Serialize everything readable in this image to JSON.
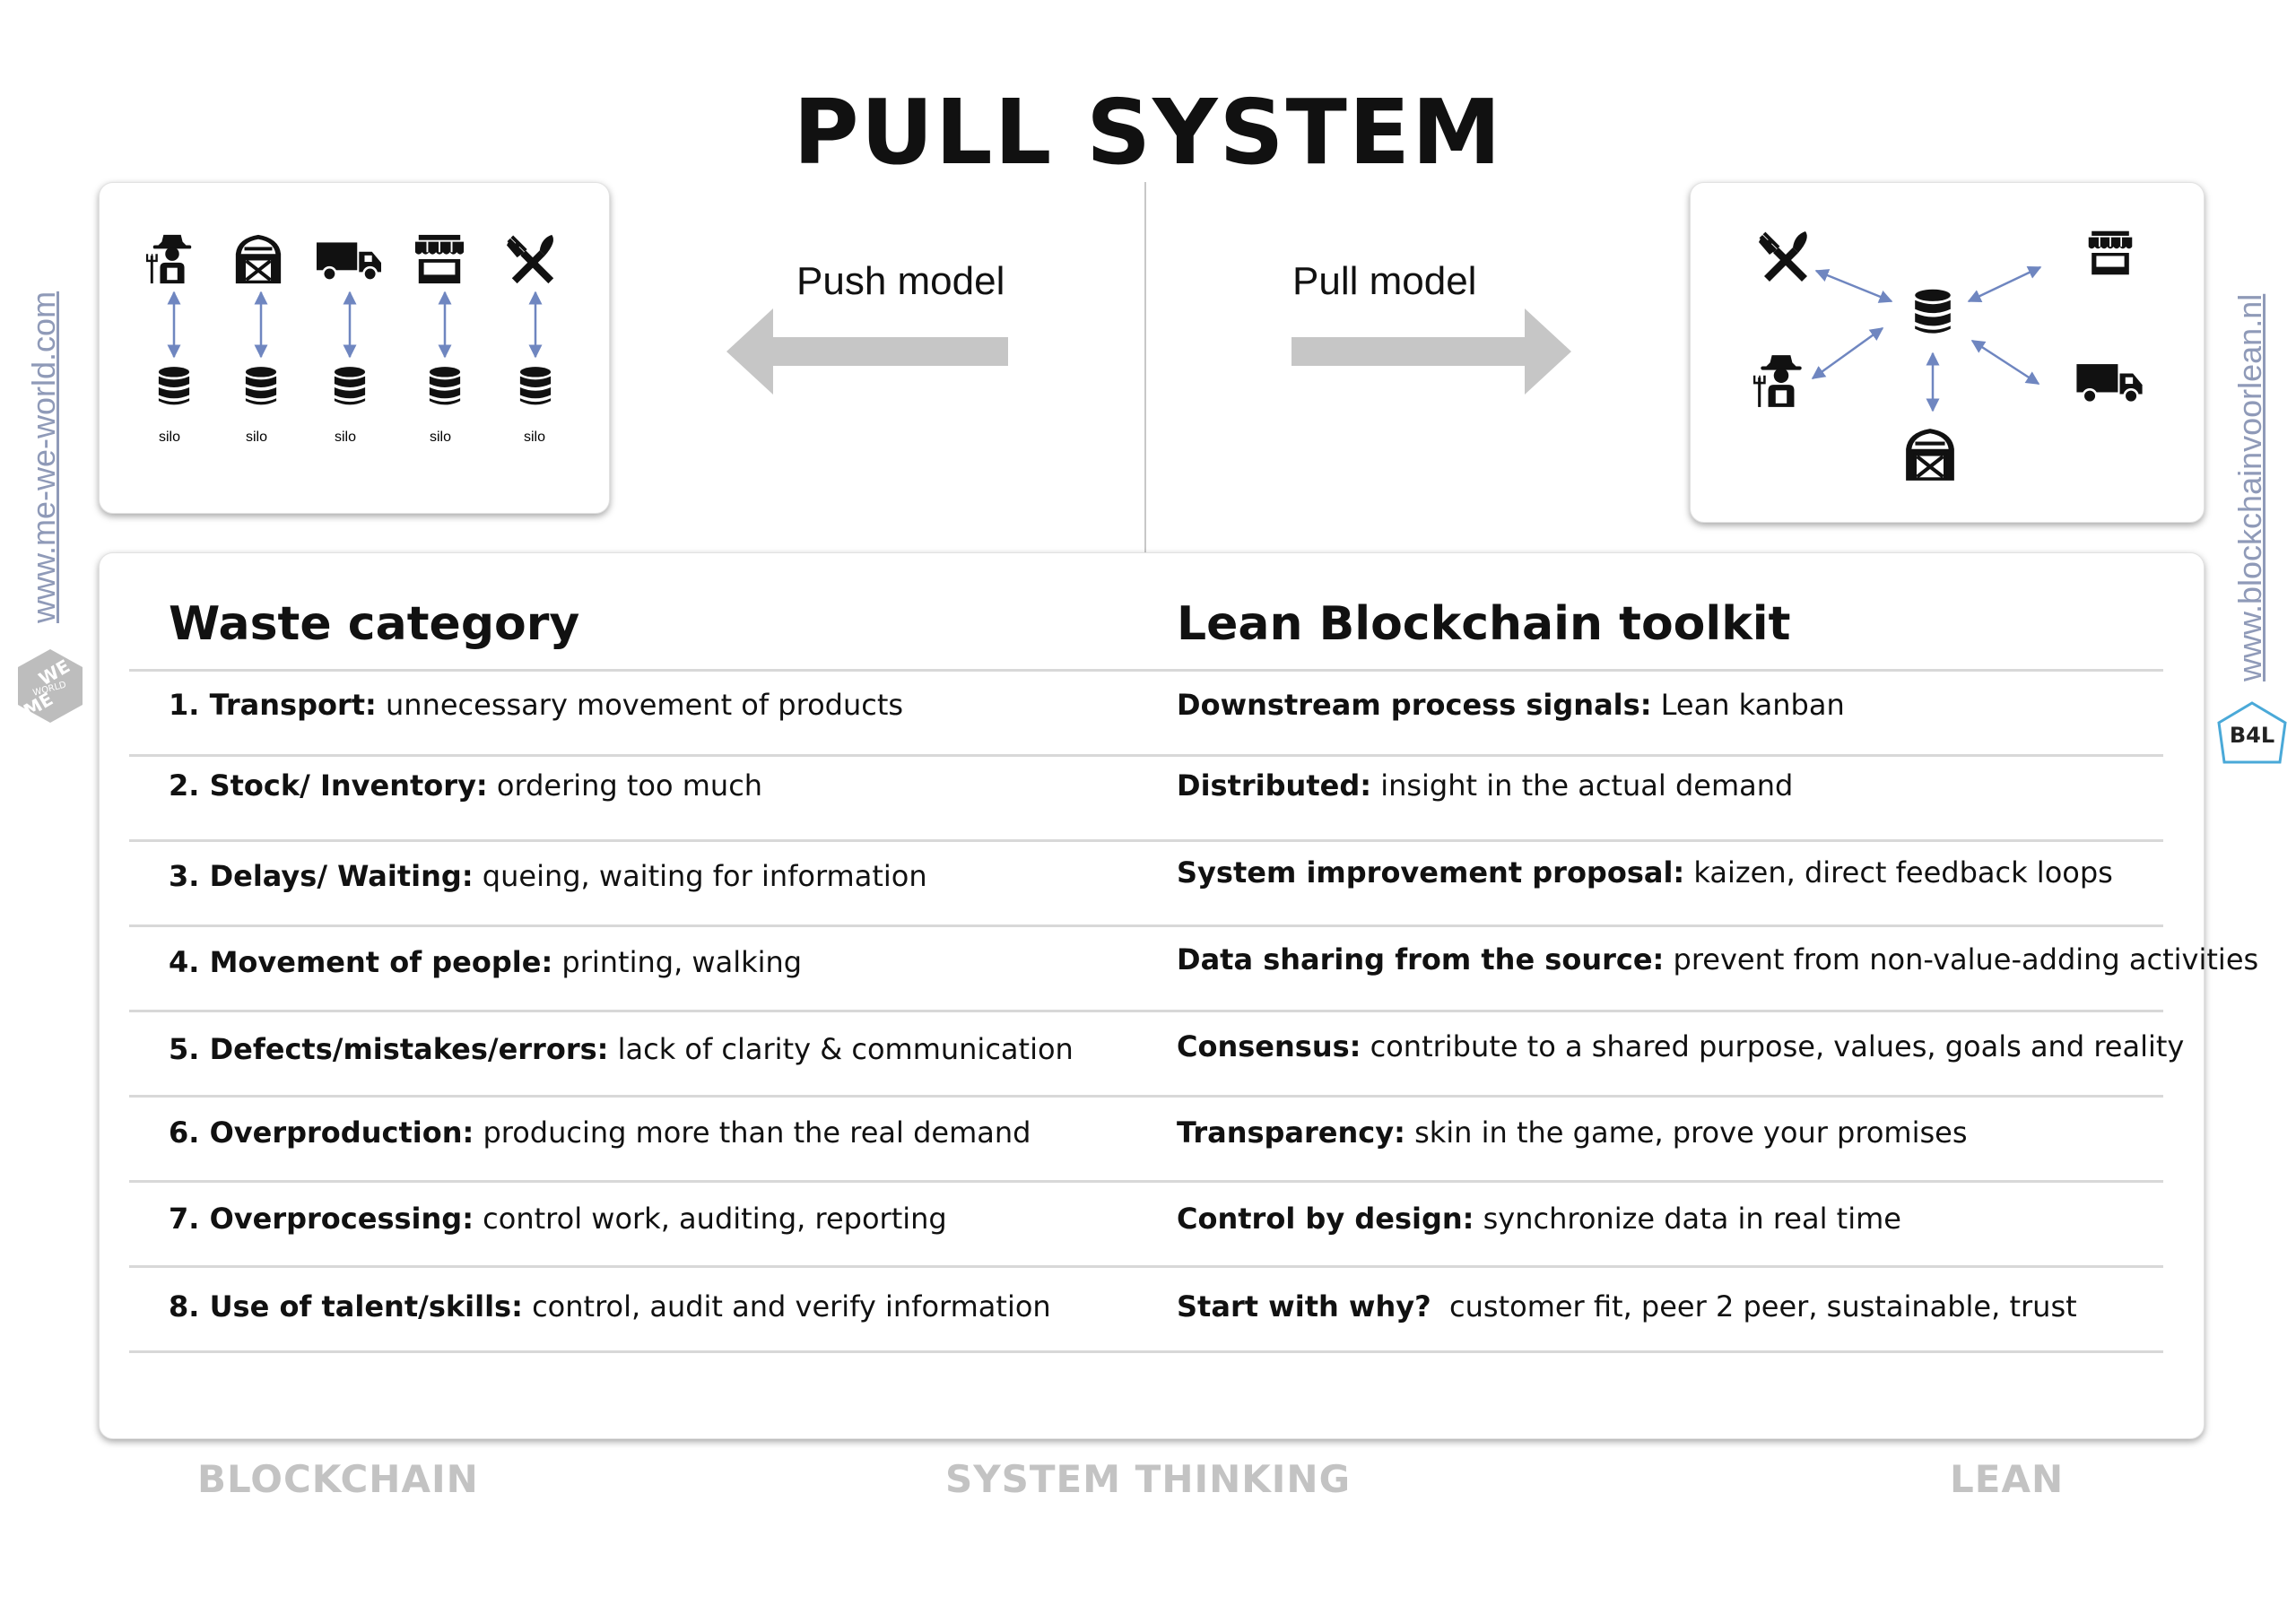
{
  "title": "PULL SYSTEM",
  "push_model": {
    "label": "Push model",
    "icons": [
      "farmer-icon",
      "barn-icon",
      "truck-icon",
      "shop-icon",
      "fork-knife-icon"
    ],
    "silo_labels": [
      "silo",
      "silo",
      "silo",
      "silo",
      "silo"
    ]
  },
  "pull_model": {
    "label": "Pull model",
    "icons": [
      "fork-knife-icon",
      "shop-icon",
      "database-icon",
      "farmer-icon",
      "truck-icon",
      "barn-icon"
    ]
  },
  "waste": {
    "heading": "Waste category",
    "rows": [
      {
        "bold": "1. Transport:",
        "text": " unnecessary movement of products"
      },
      {
        "bold": "2. Stock/ Inventory:",
        "text": " ordering too much"
      },
      {
        "bold": "3. Delays/ Waiting:",
        "text": " queing, waiting for information"
      },
      {
        "bold": "4. Movement of people:",
        "text": " printing, walking"
      },
      {
        "bold": "5. Defects/mistakes/errors:",
        "text": " lack of clarity & communication"
      },
      {
        "bold": "6. Overproduction:",
        "text": " producing more than the real demand"
      },
      {
        "bold": "7. Overprocessing:",
        "text": " control work, auditing, reporting"
      },
      {
        "bold": "8. Use of talent/skills:",
        "text": " control, audit and verify information"
      }
    ]
  },
  "toolkit": {
    "heading": "Lean Blockchain toolkit",
    "rows": [
      {
        "bold": "Downstream process signals:",
        "text": " Lean kanban"
      },
      {
        "bold": "Distributed:",
        "text": " insight in the actual demand"
      },
      {
        "bold": "System improvement proposal:",
        "text": " kaizen, direct feedback loops"
      },
      {
        "bold": "Data sharing from the source:",
        "text": " prevent from non-value-adding activities"
      },
      {
        "bold": "Consensus:",
        "text": " contribute to a shared purpose, values, goals and reality"
      },
      {
        "bold": "Transparency:",
        "text": " skin in the game, prove your promises"
      },
      {
        "bold": "Control by design:",
        "text": " synchronize data in real time"
      },
      {
        "bold": "Start with why?",
        "text": "  customer fit, peer 2 peer, sustainable, trust"
      }
    ]
  },
  "footer": {
    "left": "BLOCKCHAIN",
    "center": "SYSTEM THINKING",
    "right": "LEAN"
  },
  "side": {
    "left_url": "www.me-we-world.com",
    "right_url": "www.blockchainvoorlean.nl",
    "left_logo_lines": [
      "WE",
      "WORLD",
      "ME"
    ],
    "right_logo_text": "B4L"
  },
  "colors": {
    "arrow_blue": "#6f86c0",
    "big_arrow_gray": "#c6c6c6",
    "footer_gray": "#c3c3c3",
    "url_color": "#8f9ab8",
    "b4l_accent": "#4aa9d8"
  }
}
